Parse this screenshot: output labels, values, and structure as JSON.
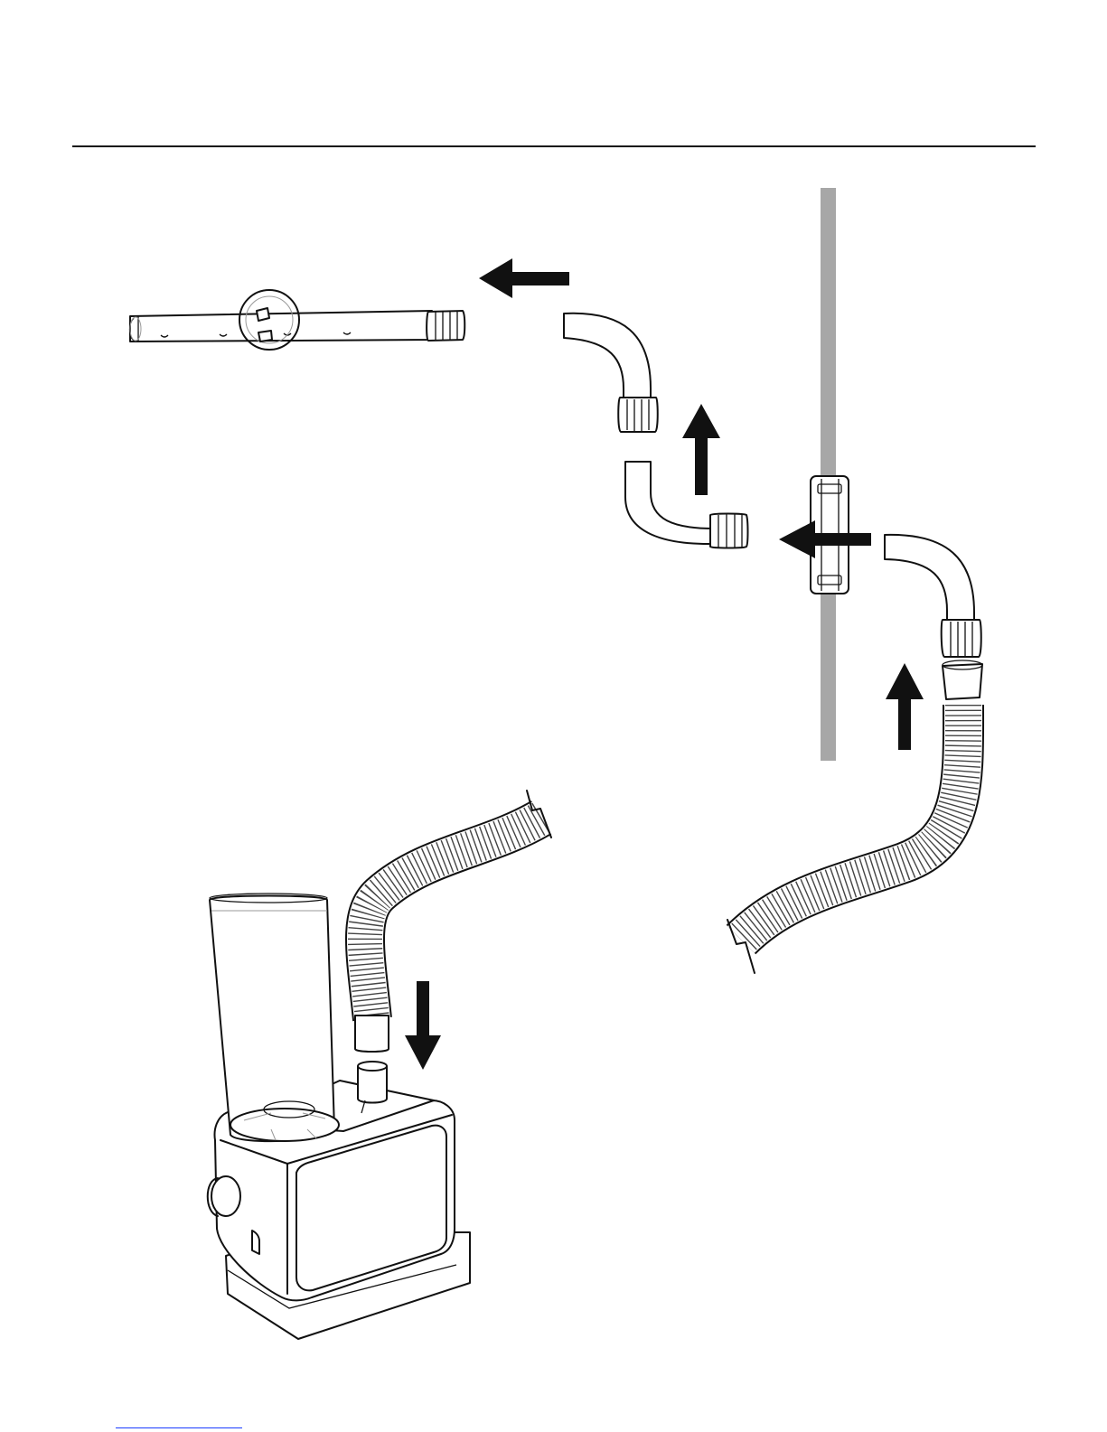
{
  "figure": {
    "colors": {
      "line": "#111111",
      "wall": "#a7a7a7",
      "arrow": "#111111",
      "footer_link": "#1a3cff"
    },
    "parts": [
      "distribution-tube",
      "elbow-upper",
      "elbow-lower",
      "wall-grommet",
      "elbow-right",
      "flexible-hose-right",
      "flexible-hose-left",
      "humidifier-unit"
    ],
    "arrows": [
      {
        "name": "arrow-left-top",
        "direction": "left"
      },
      {
        "name": "arrow-up-middle",
        "direction": "up"
      },
      {
        "name": "arrow-left-wall",
        "direction": "left"
      },
      {
        "name": "arrow-up-right",
        "direction": "up"
      },
      {
        "name": "arrow-down-unit",
        "direction": "down"
      }
    ]
  }
}
